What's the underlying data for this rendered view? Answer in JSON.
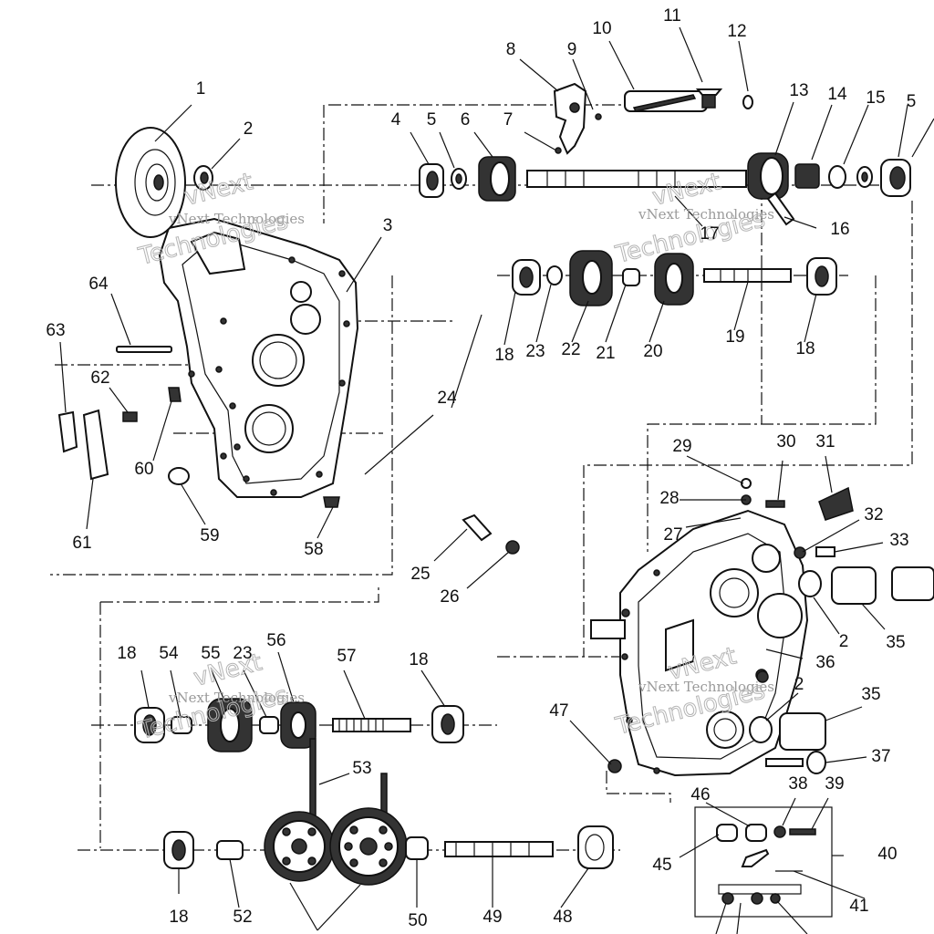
{
  "watermark": {
    "brand": "vNext",
    "company": "vNext Technologies",
    "word": "Technologies"
  },
  "callouts": {
    "n1": "1",
    "n2": "2",
    "n3": "3",
    "n4": "4",
    "n5": "5",
    "n6": "6",
    "n7": "7",
    "n8": "8",
    "n9": "9",
    "n10": "10",
    "n11": "11",
    "n12": "12",
    "n13": "13",
    "n14": "14",
    "n15": "15",
    "n16": "16",
    "n17": "17",
    "n18": "18",
    "n19": "19",
    "n20": "20",
    "n21": "21",
    "n22": "22",
    "n23": "23",
    "n24": "24",
    "n25": "25",
    "n26": "26",
    "n27": "27",
    "n28": "28",
    "n29": "29",
    "n30": "30",
    "n31": "31",
    "n32": "32",
    "n33": "33",
    "n35": "35",
    "n36": "36",
    "n37": "37",
    "n38": "38",
    "n39": "39",
    "n40": "40",
    "n41": "41",
    "n45": "45",
    "n46": "46",
    "n47": "47",
    "n48": "48",
    "n49": "49",
    "n50": "50",
    "n52": "52",
    "n53": "53",
    "n54": "54",
    "n55": "55",
    "n56": "56",
    "n57": "57",
    "n58": "58",
    "n59": "59",
    "n60": "60",
    "n61": "61",
    "n62": "62",
    "n63": "63",
    "n64": "64"
  }
}
